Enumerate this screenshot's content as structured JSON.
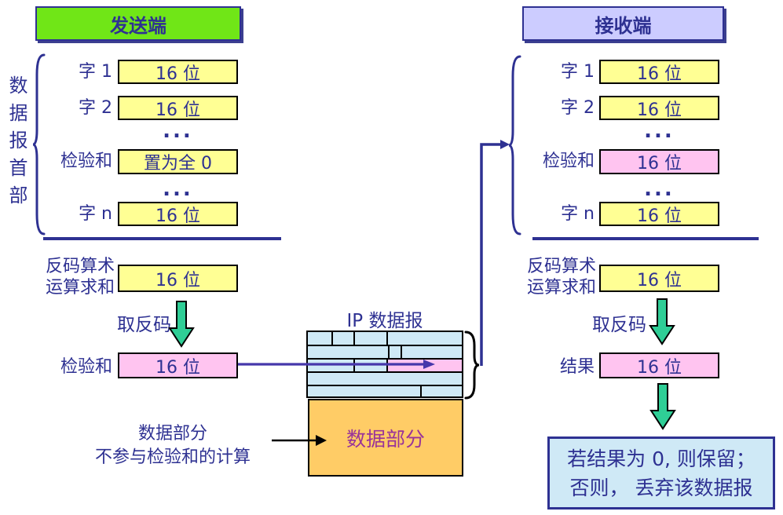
{
  "colors": {
    "navy": "#2e3192",
    "sender_green": "#70e617",
    "receiver_lavender": "#ccccff",
    "field_yellow": "#ffff94",
    "field_pink": "#ffc4f0",
    "ip_blue": "#cfe9f6",
    "data_orange": "#ffcc66",
    "arrow_green": "#2fce96",
    "data_text_purple": "#993399"
  },
  "sender": {
    "title": "发送端",
    "header_brace_label": "数据报首部",
    "rows": [
      {
        "label": "字 1",
        "value": "16 位"
      },
      {
        "label": "字 2",
        "value": "16 位"
      },
      {
        "dots": "..."
      },
      {
        "label": "检验和",
        "value": "置为全 0"
      },
      {
        "dots": "..."
      },
      {
        "label": "字 n",
        "value": "16 位"
      }
    ],
    "sum_label_line1": "反码算术",
    "sum_label_line2": "运算求和",
    "sum_value": "16 位",
    "complement_label": "取反码",
    "checksum_label": "检验和",
    "checksum_value": "16 位"
  },
  "receiver": {
    "title": "接收端",
    "rows": [
      {
        "label": "字 1",
        "value": "16 位"
      },
      {
        "label": "字 2",
        "value": "16 位"
      },
      {
        "dots": "..."
      },
      {
        "label": "检验和",
        "value": "16 位"
      },
      {
        "dots": "..."
      },
      {
        "label": "字 n",
        "value": "16 位"
      }
    ],
    "sum_label_line1": "反码算术",
    "sum_label_line2": "运算求和",
    "sum_value": "16 位",
    "complement_label": "取反码",
    "result_label": "结果",
    "result_value": "16 位",
    "decision_line1": "若结果为 0, 则保留；",
    "decision_line2": "否则， 丢弃该数据报"
  },
  "middle": {
    "ip_label": "IP 数据报",
    "data_section_label": "数据部分",
    "note_line1": "数据部分",
    "note_line2": "不参与检验和的计算"
  }
}
